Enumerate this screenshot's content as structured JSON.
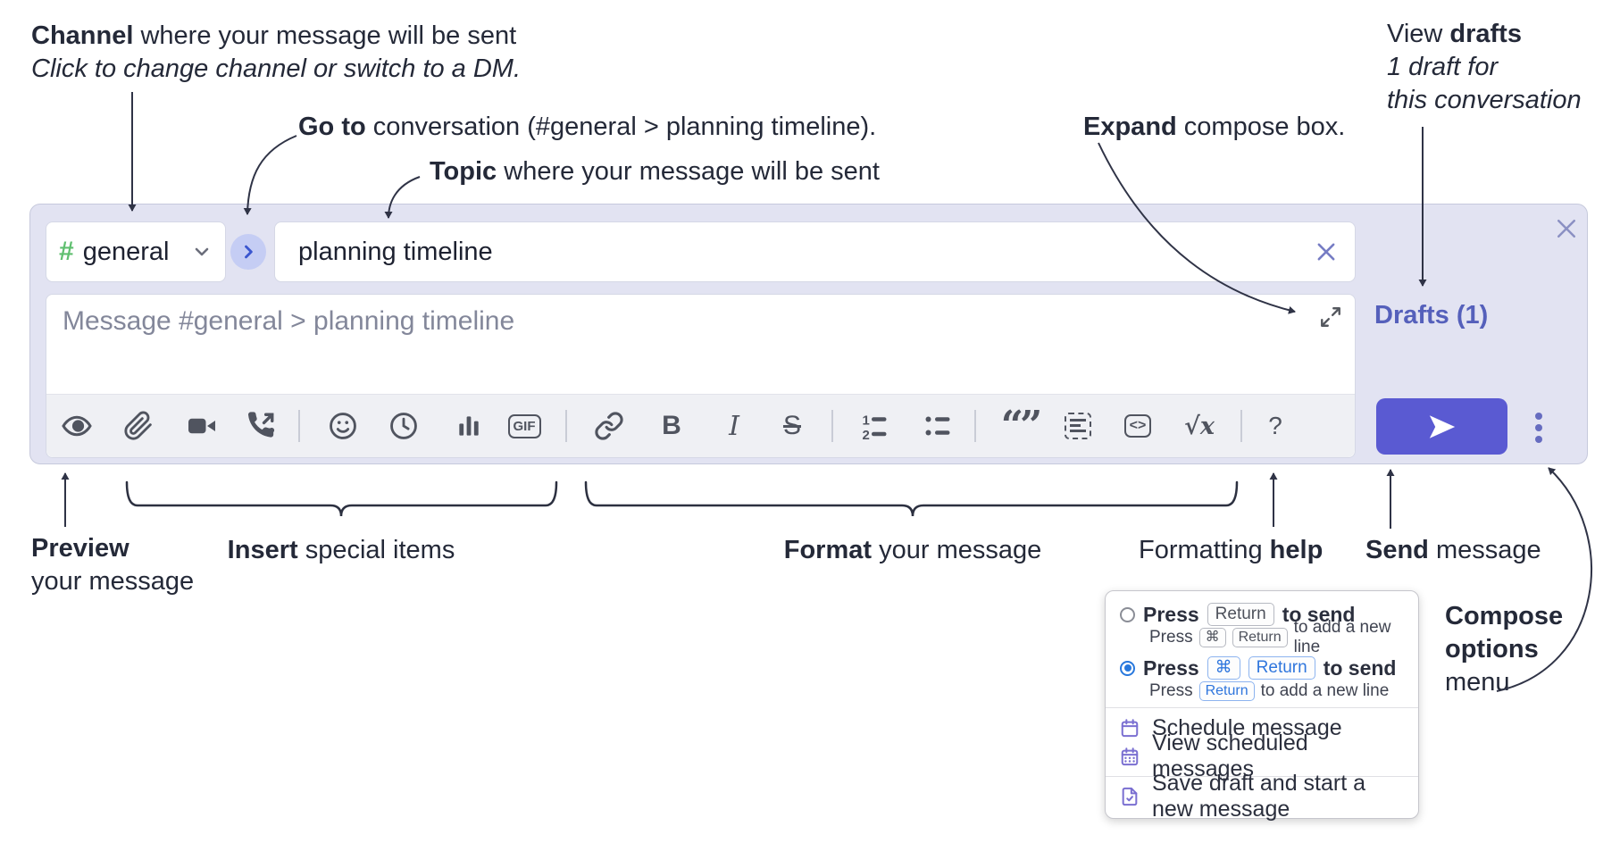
{
  "annotations": {
    "channel": {
      "bold": "Channel",
      "rest": " where your message will be sent",
      "line2": "Click to change channel or switch to a DM."
    },
    "goto": {
      "bold": "Go to",
      "rest": " conversation (#general > planning timeline)."
    },
    "topic": {
      "bold": "Topic",
      "rest": " where your message will be sent"
    },
    "expand": {
      "bold": "Expand",
      "rest": " compose box."
    },
    "drafts": {
      "line1_pre": "View ",
      "line1_bold": "drafts",
      "line2": "1 draft for",
      "line3": "this conversation"
    },
    "preview": {
      "bold": "Preview",
      "line2": "your message"
    },
    "insert": {
      "bold": "Insert",
      "rest": " special items"
    },
    "format": {
      "bold": "Format",
      "rest": " your message"
    },
    "help": {
      "pre": "Formatting ",
      "bold": "help"
    },
    "send": {
      "bold": "Send",
      "rest": " message"
    },
    "compose_options": {
      "line1": "Compose",
      "line2": "options",
      "line3": "menu"
    }
  },
  "compose": {
    "channel_name": "general",
    "hash": "#",
    "topic_value": "planning timeline",
    "message_placeholder": "Message #general > planning timeline",
    "drafts_label": "Drafts (1)",
    "toolbar": {
      "gif_label": "GIF",
      "bold_label": "B",
      "italic_label": "I",
      "strikethrough_label": "S",
      "math_label": "√x",
      "help_label": "?"
    }
  },
  "menu": {
    "radio1": {
      "press": "Press",
      "key1": "Return",
      "suffix": "to send",
      "sub_press": "Press",
      "sub_key1": "⌘",
      "sub_key2": "Return",
      "sub_suffix": "to add a new line"
    },
    "radio2": {
      "press": "Press",
      "key1": "⌘",
      "key2": "Return",
      "suffix": "to send",
      "sub_press": "Press",
      "sub_key1": "Return",
      "sub_suffix": "to add a new line"
    },
    "items": {
      "schedule": "Schedule message",
      "view_scheduled": "View scheduled messages",
      "save_draft": "Save draft and start a new message"
    }
  },
  "colors": {
    "compose_bg": "#e2e3f2",
    "accent_send": "#5a5ad2",
    "drafts_link": "#5560bb",
    "hash_green": "#5fbf6f",
    "goto_circle": "#c5cdf4",
    "goto_chevron": "#3a56cf",
    "radio_blue": "#2878dd",
    "menu_icon_purple": "#7a6fd1",
    "annotation_ink": "#242938"
  }
}
